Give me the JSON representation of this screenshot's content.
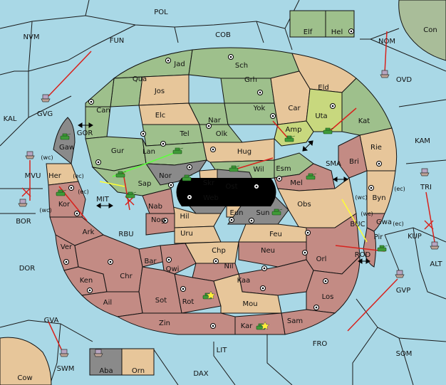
{
  "map_title": "",
  "colors": {
    "sea": "#a9d8e6",
    "green": "#9ec08c",
    "green_light": "#c8d87e",
    "tan": "#e7c69a",
    "red": "#c38b84",
    "gray": "#8a8a8a",
    "black": "#000000",
    "orange_sea": "#f1d7b2"
  },
  "seas": {
    "POL": "POL",
    "NVM": "NVM",
    "FUN": "FUN",
    "COB": "COB",
    "Con": "Con",
    "NOM": "NOM",
    "OVD": "OVD",
    "KAL": "KAL",
    "GVG": "GVG",
    "GOR": "GOR",
    "KAM": "KAM",
    "SMA": "SMA",
    "MVU": "MVU",
    "BOR": "BOR",
    "MIT": "MIT",
    "RBU": "RBU",
    "BUC": "BUC",
    "TRI": "TRI",
    "KUP": "KUP",
    "ALT": "ALT",
    "ROD": "ROD",
    "GVP": "GVP",
    "DOR": "DOR",
    "GVA": "GVA",
    "SWM": "SWM",
    "LIT": "LIT",
    "FRO": "FRO",
    "SOM": "SOM",
    "DAX": "DAX",
    "Cow": "Cow"
  },
  "lands": {
    "Elf": "Elf",
    "Hel": "Hel",
    "Jad": "Jad",
    "Sch": "Sch",
    "Qua": "Qua",
    "Grh": "Grh",
    "Jos": "Jos",
    "Eld": "Eld",
    "Can": "Can",
    "Yok": "Yok",
    "Car": "Car",
    "Uta": "Uta",
    "Kat": "Kat",
    "Elc": "Elc",
    "Nar": "Nar",
    "Tel": "Tel",
    "Olk": "Olk",
    "Amp": "Amp",
    "Gaw": "Gaw",
    "Lan": "Lan",
    "Hug": "Hug",
    "Rie": "Rie",
    "Bri": "Bri",
    "Gur": "Gur",
    "Her": "Her",
    "Nor": "Nor",
    "Wil": "Wil",
    "Esm": "Esm",
    "Sap": "Sap",
    "Skr": "Skr",
    "Ost": "Ost",
    "Mel": "Mel",
    "Web": "Web",
    "Kor": "Kor",
    "Nab": "Nab",
    "Byn": "Byn",
    "Obs": "Obs",
    "Hil": "Hil",
    "Eun": "Eun",
    "Sun": "Sun",
    "Nog": "Nog",
    "Ark": "Ark",
    "Uru": "Uru",
    "Feu": "Feu",
    "Gwa": "Gwa",
    "Pir": "Pir",
    "Ver": "Ver",
    "Chp": "Chp",
    "Neu": "Neu",
    "Bar": "Bar",
    "Orl": "Orl",
    "Qwi": "Qwi",
    "Nil": "Nil",
    "Ken": "Ken",
    "Chr": "Chr",
    "Kaa": "Kaa",
    "Rot": "Rot",
    "Sot": "Sot",
    "Los": "Los",
    "Ail": "Ail",
    "Mou": "Mou",
    "Zin": "Zin",
    "Sam": "Sam",
    "Kar": "Kar",
    "Aba": "Aba",
    "Orn": "Orn"
  },
  "coasts": {
    "wc": "(wc)",
    "ec": "(ec)"
  }
}
